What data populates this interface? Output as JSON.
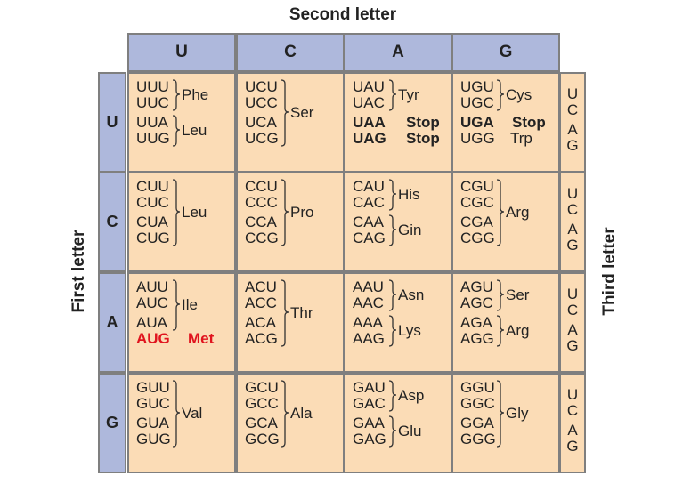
{
  "second_letter_title": "Second letter",
  "first_letter_title": "First letter",
  "third_letter_title": "Third letter",
  "column_headers": [
    "U",
    "C",
    "A",
    "G"
  ],
  "row_headers": [
    "U",
    "C",
    "A",
    "G"
  ],
  "third_letters": [
    "U",
    "C",
    "A",
    "G"
  ],
  "colors": {
    "header_fill": "#aeb8dc",
    "cell_fill": "#fbdcb6",
    "border": "#7f7f7f",
    "start_codon": "#e0141e"
  },
  "rows": [
    {
      "cells": [
        {
          "codons": [
            "UUU",
            "UUC",
            "UUA",
            "UUG"
          ],
          "groups": [
            {
              "from": 0,
              "to": 1,
              "aa": "Phe"
            },
            {
              "from": 2,
              "to": 3,
              "aa": "Leu"
            }
          ]
        },
        {
          "codons": [
            "UCU",
            "UCC",
            "UCA",
            "UCG"
          ],
          "groups": [
            {
              "from": 0,
              "to": 3,
              "aa": "Ser"
            }
          ]
        },
        {
          "codons": [
            "UAU",
            "UAC",
            "UAA",
            "UAG"
          ],
          "groups": [
            {
              "from": 0,
              "to": 1,
              "aa": "Tyr"
            }
          ],
          "stops": [
            2,
            3
          ],
          "stop_label": "Stop"
        },
        {
          "codons": [
            "UGU",
            "UGC",
            "UGA",
            "UGG"
          ],
          "groups": [
            {
              "from": 0,
              "to": 1,
              "aa": "Cys"
            }
          ],
          "stops": [
            2
          ],
          "stop_label": "Stop",
          "singles": [
            {
              "index": 3,
              "aa": "Trp"
            }
          ]
        }
      ]
    },
    {
      "cells": [
        {
          "codons": [
            "CUU",
            "CUC",
            "CUA",
            "CUG"
          ],
          "groups": [
            {
              "from": 0,
              "to": 3,
              "aa": "Leu"
            }
          ]
        },
        {
          "codons": [
            "CCU",
            "CCC",
            "CCA",
            "CCG"
          ],
          "groups": [
            {
              "from": 0,
              "to": 3,
              "aa": "Pro"
            }
          ]
        },
        {
          "codons": [
            "CAU",
            "CAC",
            "CAA",
            "CAG"
          ],
          "groups": [
            {
              "from": 0,
              "to": 1,
              "aa": "His"
            },
            {
              "from": 2,
              "to": 3,
              "aa": "Gin"
            }
          ]
        },
        {
          "codons": [
            "CGU",
            "CGC",
            "CGA",
            "CGG"
          ],
          "groups": [
            {
              "from": 0,
              "to": 3,
              "aa": "Arg"
            }
          ]
        }
      ]
    },
    {
      "cells": [
        {
          "codons": [
            "AUU",
            "AUC",
            "AUA",
            "AUG"
          ],
          "groups": [
            {
              "from": 0,
              "to": 2,
              "aa": "Ile"
            }
          ],
          "start": {
            "index": 3,
            "aa": "Met"
          }
        },
        {
          "codons": [
            "ACU",
            "ACC",
            "ACA",
            "ACG"
          ],
          "groups": [
            {
              "from": 0,
              "to": 3,
              "aa": "Thr"
            }
          ]
        },
        {
          "codons": [
            "AAU",
            "AAC",
            "AAA",
            "AAG"
          ],
          "groups": [
            {
              "from": 0,
              "to": 1,
              "aa": "Asn"
            },
            {
              "from": 2,
              "to": 3,
              "aa": "Lys"
            }
          ]
        },
        {
          "codons": [
            "AGU",
            "AGC",
            "AGA",
            "AGG"
          ],
          "groups": [
            {
              "from": 0,
              "to": 1,
              "aa": "Ser"
            },
            {
              "from": 2,
              "to": 3,
              "aa": "Arg"
            }
          ]
        }
      ]
    },
    {
      "cells": [
        {
          "codons": [
            "GUU",
            "GUC",
            "GUA",
            "GUG"
          ],
          "groups": [
            {
              "from": 0,
              "to": 3,
              "aa": "Val"
            }
          ]
        },
        {
          "codons": [
            "GCU",
            "GCC",
            "GCA",
            "GCG"
          ],
          "groups": [
            {
              "from": 0,
              "to": 3,
              "aa": "Ala"
            }
          ]
        },
        {
          "codons": [
            "GAU",
            "GAC",
            "GAA",
            "GAG"
          ],
          "groups": [
            {
              "from": 0,
              "to": 1,
              "aa": "Asp"
            },
            {
              "from": 2,
              "to": 3,
              "aa": "Glu"
            }
          ]
        },
        {
          "codons": [
            "GGU",
            "GGC",
            "GGA",
            "GGG"
          ],
          "groups": [
            {
              "from": 0,
              "to": 3,
              "aa": "Gly"
            }
          ]
        }
      ]
    }
  ]
}
